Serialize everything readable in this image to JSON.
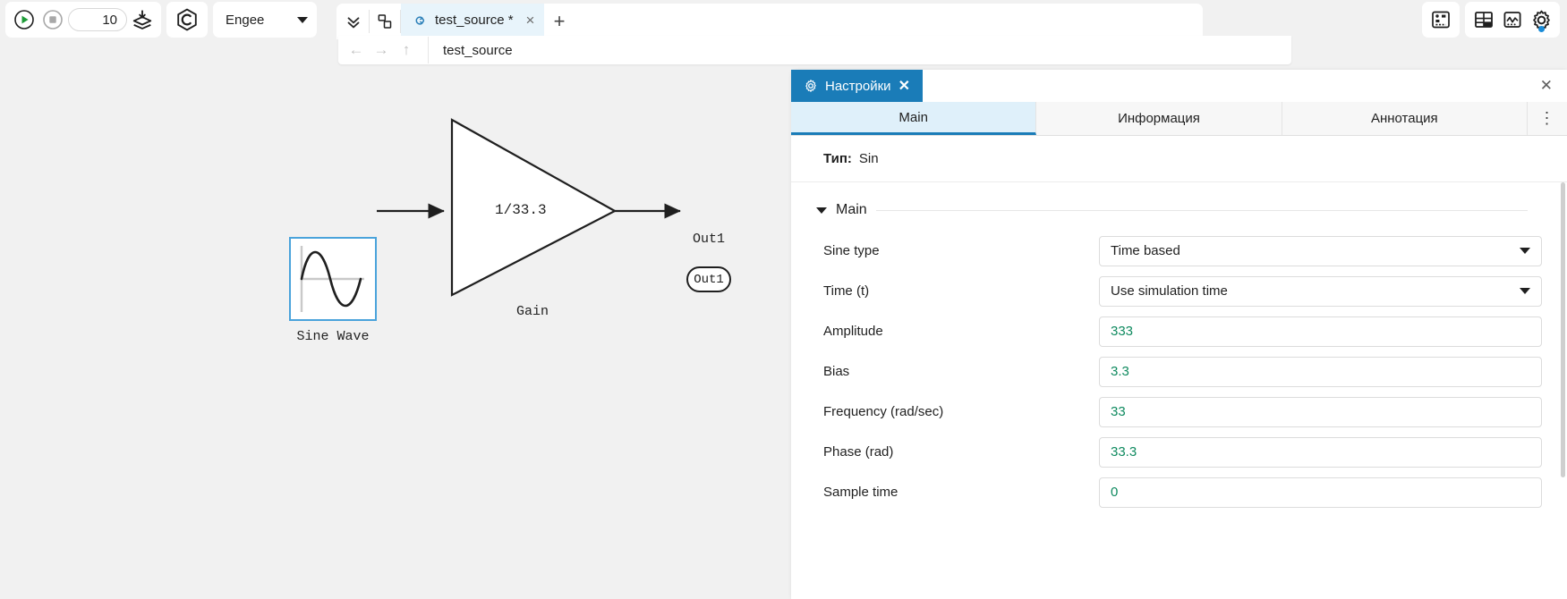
{
  "toolbar": {
    "run_label": "run-simulation",
    "stop_label": "stop-simulation",
    "sim_time_value": "10",
    "sim_time_placeholder": "",
    "library_label": "library-browser",
    "logo_label": "C",
    "workspace_name": "Engee",
    "icons": {
      "run": "play-icon",
      "stop": "stop-icon",
      "library": "download-layers-icon",
      "logo": "engee-hex-logo-icon",
      "chevrons_down": "double-chevron-down-icon",
      "layout": "copy-blocks-icon",
      "diagram": "block-diagram-icon",
      "grid": "grid-layout-icon",
      "scope": "scope-icon",
      "settings": "gear-icon"
    }
  },
  "tabs": {
    "items": [
      {
        "label": "test_source *",
        "modified": true,
        "active": true
      }
    ],
    "add_label": "+",
    "close_label": "×"
  },
  "breadcrumb": {
    "back": "←",
    "forward": "→",
    "up": "↑",
    "path": "test_source"
  },
  "canvas": {
    "blocks": [
      {
        "name": "Sine Wave",
        "type": "sine",
        "selected": true
      },
      {
        "name": "Gain",
        "type": "gain",
        "value": "1/33.3",
        "selected": false
      },
      {
        "name": "Out1",
        "type": "outport",
        "port_label": "Out1",
        "selected": false
      }
    ]
  },
  "panel": {
    "chip_title": "Настройки",
    "chip_close": "✕",
    "panel_close": "✕",
    "tabs": [
      {
        "label": "Main",
        "active": true
      },
      {
        "label": "Информация",
        "active": false
      },
      {
        "label": "Аннотация",
        "active": false
      }
    ],
    "kebab": "⋮",
    "type_label": "Тип:",
    "type_value": "Sin",
    "section_title": "Main",
    "fields": [
      {
        "label": "Sine type",
        "kind": "select",
        "value": "Time based"
      },
      {
        "label": "Time (t)",
        "kind": "select",
        "value": "Use simulation time"
      },
      {
        "label": "Amplitude",
        "kind": "input",
        "value": "333"
      },
      {
        "label": "Bias",
        "kind": "input",
        "value": "3.3"
      },
      {
        "label": "Frequency (rad/sec)",
        "kind": "input",
        "value": "33"
      },
      {
        "label": "Phase (rad)",
        "kind": "input",
        "value": "33.3"
      },
      {
        "label": "Sample time",
        "kind": "input",
        "value": "0"
      }
    ]
  },
  "colors": {
    "accent_blue": "#1a7cb8",
    "tab_active_bg": "#e8f4fb",
    "selection_blue": "#4aa3db",
    "value_green": "#0f8a5f",
    "canvas_bg": "#f1f1f1",
    "run_green": "#1d9b37"
  }
}
